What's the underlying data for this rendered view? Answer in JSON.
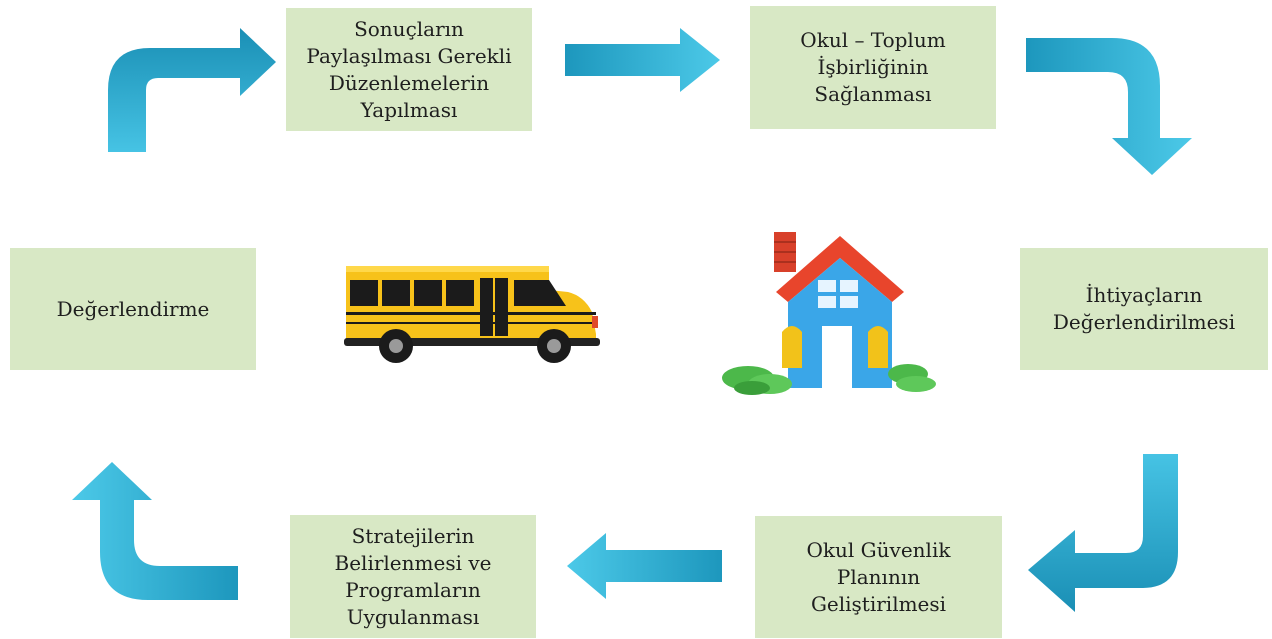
{
  "steps": {
    "sharing": [
      "Sonuçların",
      "Paylaşılması Gerekli",
      "Düzenlemelerin",
      "Yapılması"
    ],
    "cooperation": [
      "Okul – Toplum",
      "İşbirliğinin",
      "Sağlanması"
    ],
    "needs": [
      "İhtiyaçların",
      "Değerlendirilmesi"
    ],
    "safety_plan": [
      "Okul Güvenlik",
      "Planının",
      "Geliştirilmesi"
    ],
    "strategies": [
      "Stratejilerin",
      "Belirlenmesi ve",
      "Programların",
      "Uygulanması"
    ],
    "evaluation": [
      "Değerlendirme"
    ]
  },
  "colors": {
    "box_fill": "#d8e8c5",
    "arrow_light": "#41c2e3",
    "arrow_dark": "#1a93b9",
    "bus_yellow": "#f7c21a",
    "house_blue": "#3aa6e8",
    "roof_red": "#e8452c",
    "bush_green": "#4cb84a"
  },
  "icons": [
    "school-bus-icon",
    "house-icon"
  ]
}
